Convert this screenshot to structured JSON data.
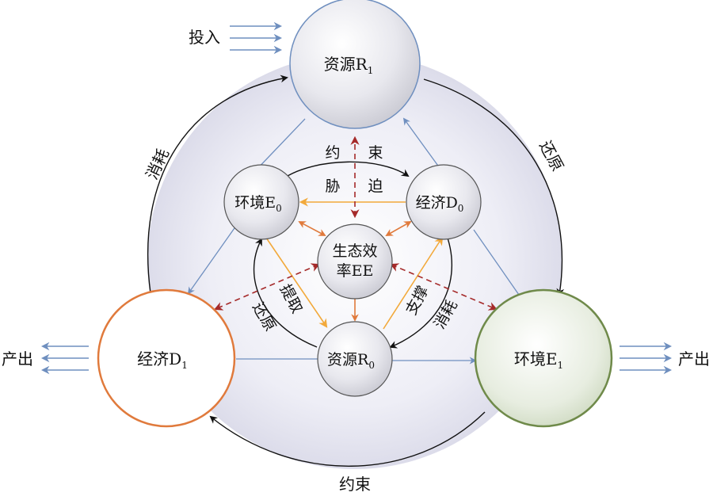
{
  "nodes": {
    "resource_r1": {
      "text": "资源R",
      "sub": "1"
    },
    "environment_e1": {
      "text": "环境E",
      "sub": "1"
    },
    "economy_d1": {
      "text": "经济D",
      "sub": "1"
    },
    "environment_e0": {
      "text": "环境E",
      "sub": "0"
    },
    "economy_d0": {
      "text": "经济D",
      "sub": "0"
    },
    "resource_r0": {
      "text": "资源R",
      "sub": "0"
    },
    "eco_efficiency": {
      "line1": "生态效",
      "line2": "率EE"
    }
  },
  "labels": {
    "input": "投入",
    "output_left": "产出",
    "output_right": "产出",
    "outer_consume": "消耗",
    "outer_restore": "还原",
    "outer_constrain": "约束",
    "inner_constrain_1": "约",
    "inner_constrain_2": "束",
    "inner_stress_1": "胁",
    "inner_stress_2": "迫",
    "inner_extract": "提取",
    "inner_support": "支撑",
    "inner_restore": "还原",
    "inner_consume": "消耗"
  },
  "colors": {
    "blue_line": "#6f8fbf",
    "orange_arrow": "#f2a93b",
    "orange_dark": "#e07a3c",
    "red_dashed": "#a52a2a",
    "economy_d1_border": "#e07a3c",
    "environment_e1_border": "#6f8a4a",
    "background_disc": "#e9e9f3"
  }
}
